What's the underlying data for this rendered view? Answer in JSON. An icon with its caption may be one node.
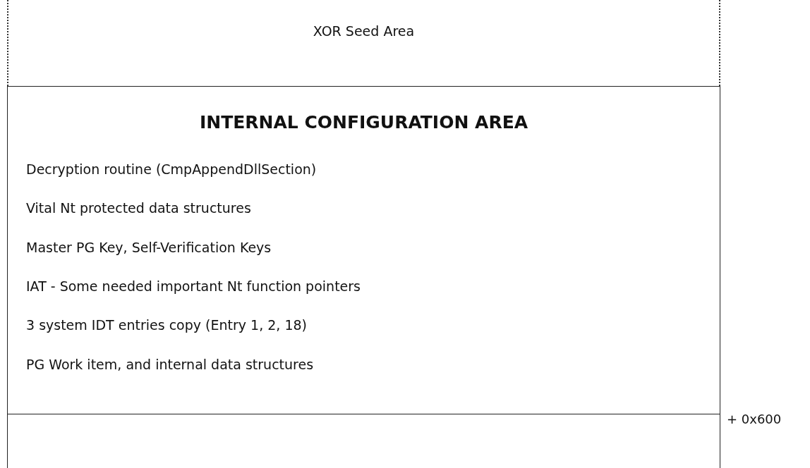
{
  "diagram": {
    "nodes": [
      {
        "text": [
          "XOR Seed Area"
        ]
      },
      {
        "text": [
          "INTERNAL CONFIGURATION AREA",
          "Decryption routine (CmpAppendDllSection)",
          "Vital Nt protected data structures",
          "Master PG Key, Self-Verification Keys",
          "IAT - Some needed important Nt function pointers",
          "3 system IDT entries copy (Entry 1, 2, 18)",
          "PG Work item, and internal data structures"
        ]
      },
      {
        "text": [],
        "shape": "box"
      }
    ],
    "labels": [
      "+ 0x600"
    ]
  }
}
